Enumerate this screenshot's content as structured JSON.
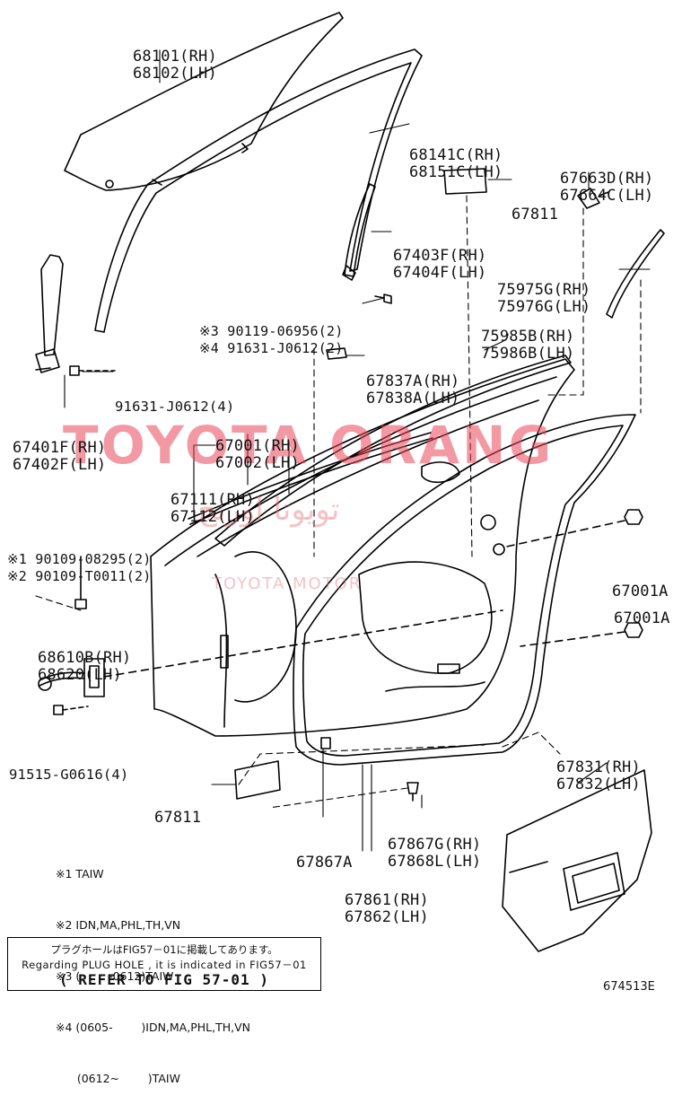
{
  "diagram": {
    "parts": {
      "p68101": [
        "68101(RH)",
        "68102(LH)"
      ],
      "p68141": [
        "68141C(RH)",
        "68151C(LH)"
      ],
      "p67663": [
        "67663D(RH)",
        "67664C(LH)"
      ],
      "p67811_top": [
        "67811"
      ],
      "p67403": [
        "67403F(RH)",
        "67404F(LH)"
      ],
      "p75975": [
        "75975G(RH)",
        "75976G(LH)"
      ],
      "p90119": [
        "※3 90119-06956(2)",
        "※4 91631-J0612(2)"
      ],
      "p75985": [
        "75985B(RH)",
        "75986B(LH)"
      ],
      "p67837": [
        "67837A(RH)",
        "67838A(LH)"
      ],
      "p91631": [
        "91631-J0612(4)"
      ],
      "p67401": [
        "67401F(RH)",
        "67402F(LH)"
      ],
      "p67001": [
        "67001(RH)",
        "67002(LH)"
      ],
      "p67111": [
        "67111(RH)",
        "67112(LH)"
      ],
      "p90109": [
        "※1 90109-08295(2)",
        "※2 90109-T0011(2)"
      ],
      "p67001a_1": [
        "67001A"
      ],
      "p67001a_2": [
        "67001A"
      ],
      "p68610": [
        "68610B(RH)",
        "68620(LH)"
      ],
      "p91515": [
        "91515-G0616(4)"
      ],
      "p67831": [
        "67831(RH)",
        "67832(LH)"
      ],
      "p67811_bot": [
        "67811"
      ],
      "p67867g": [
        "67867G(RH)",
        "67868L(LH)"
      ],
      "p67867a": [
        "67867A"
      ],
      "p67861": [
        "67861(RH)",
        "67862(LH)"
      ]
    },
    "notes": [
      "※1 TAIW",
      "※2 IDN,MA,PHL,TH,VN",
      "※3 (        -0612)TAIW",
      "※4 (0605-        )IDN,MA,PHL,TH,VN",
      "      (0612~        )TAIW"
    ],
    "footnote": {
      "japanese": "プラグホールはFIG57－01に掲載してあります。",
      "english": "Regarding PLUG HOLE , it is indicated in FIG57－01",
      "refer": "( REFER TO FIG 57-01 )"
    },
    "illustration_id": "674513E",
    "watermark": {
      "main": "TOYOTA ORANG",
      "arabic": "تويوتا اورنج",
      "sub": "TOYOTA MOTOR"
    }
  }
}
